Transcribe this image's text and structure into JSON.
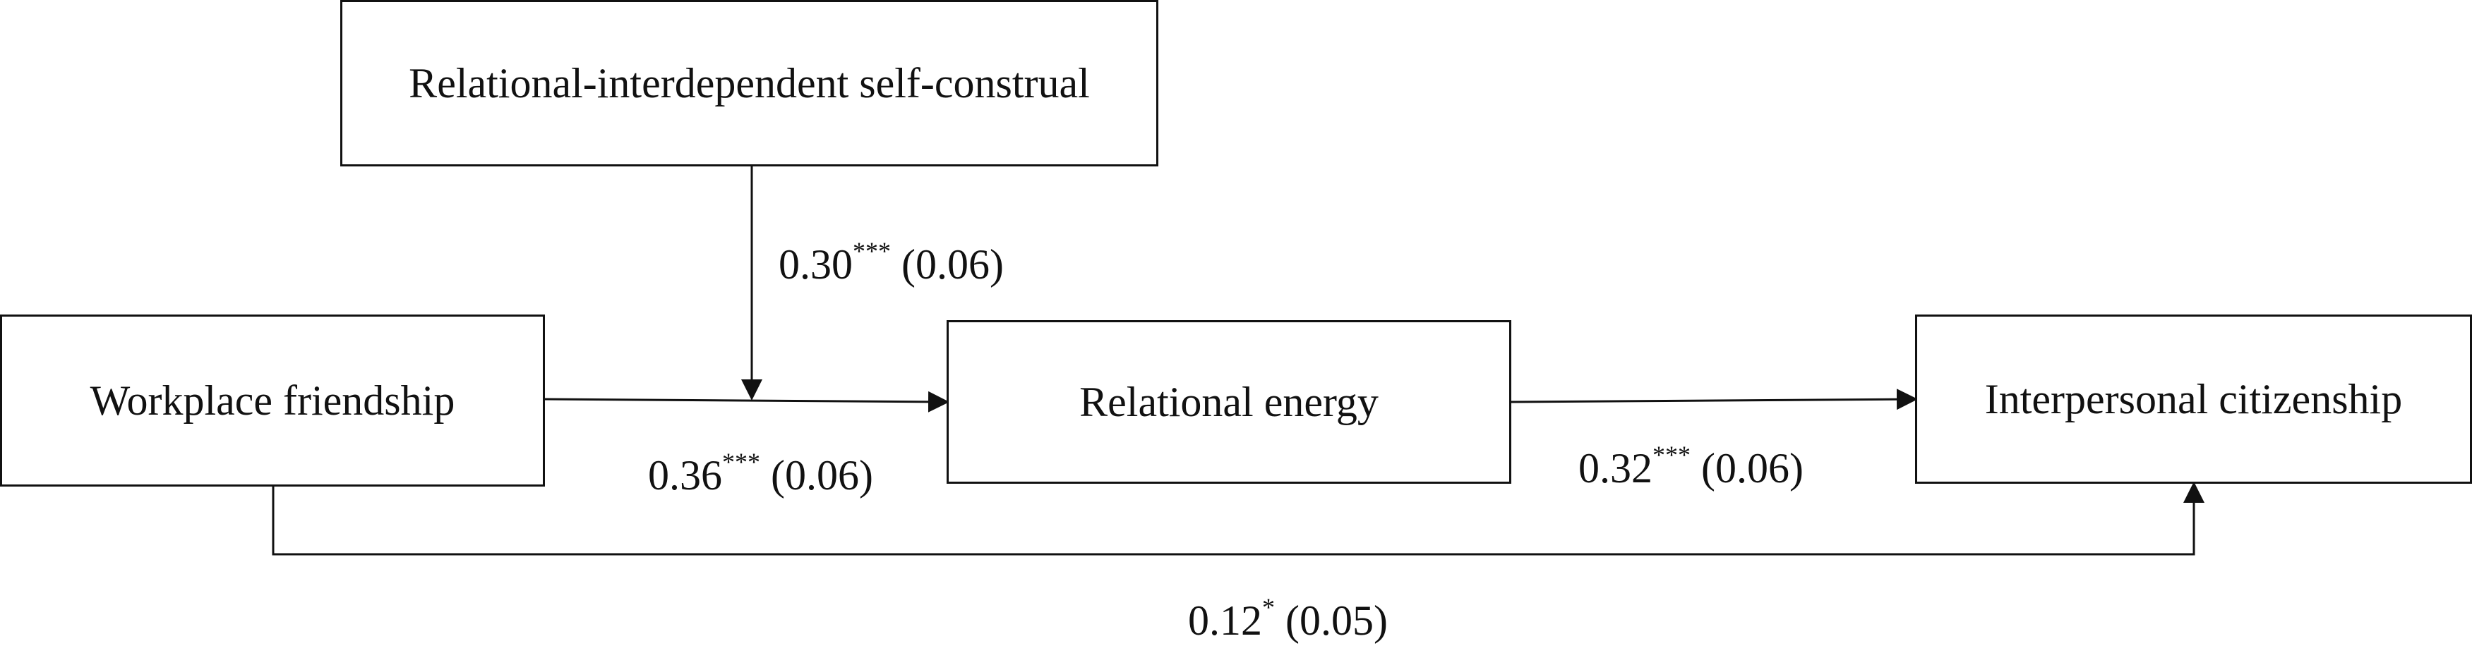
{
  "nodes": {
    "moderator": "Relational-interdependent self-construal",
    "predictor": "Workplace friendship",
    "mediator": "Relational energy",
    "outcome": "Interpersonal citizenship"
  },
  "paths": {
    "interaction": {
      "estimate": "0.30",
      "significance": "***",
      "se": "(0.06)"
    },
    "a_path": {
      "estimate": "0.36",
      "significance": "***",
      "se": "(0.06)"
    },
    "b_path": {
      "estimate": "0.32",
      "significance": "***",
      "se": "(0.06)"
    },
    "direct": {
      "estimate": "0.12",
      "significance": "*",
      "se": "(0.05)"
    }
  },
  "colors": {
    "ink": "#111111",
    "background": "#ffffff"
  }
}
